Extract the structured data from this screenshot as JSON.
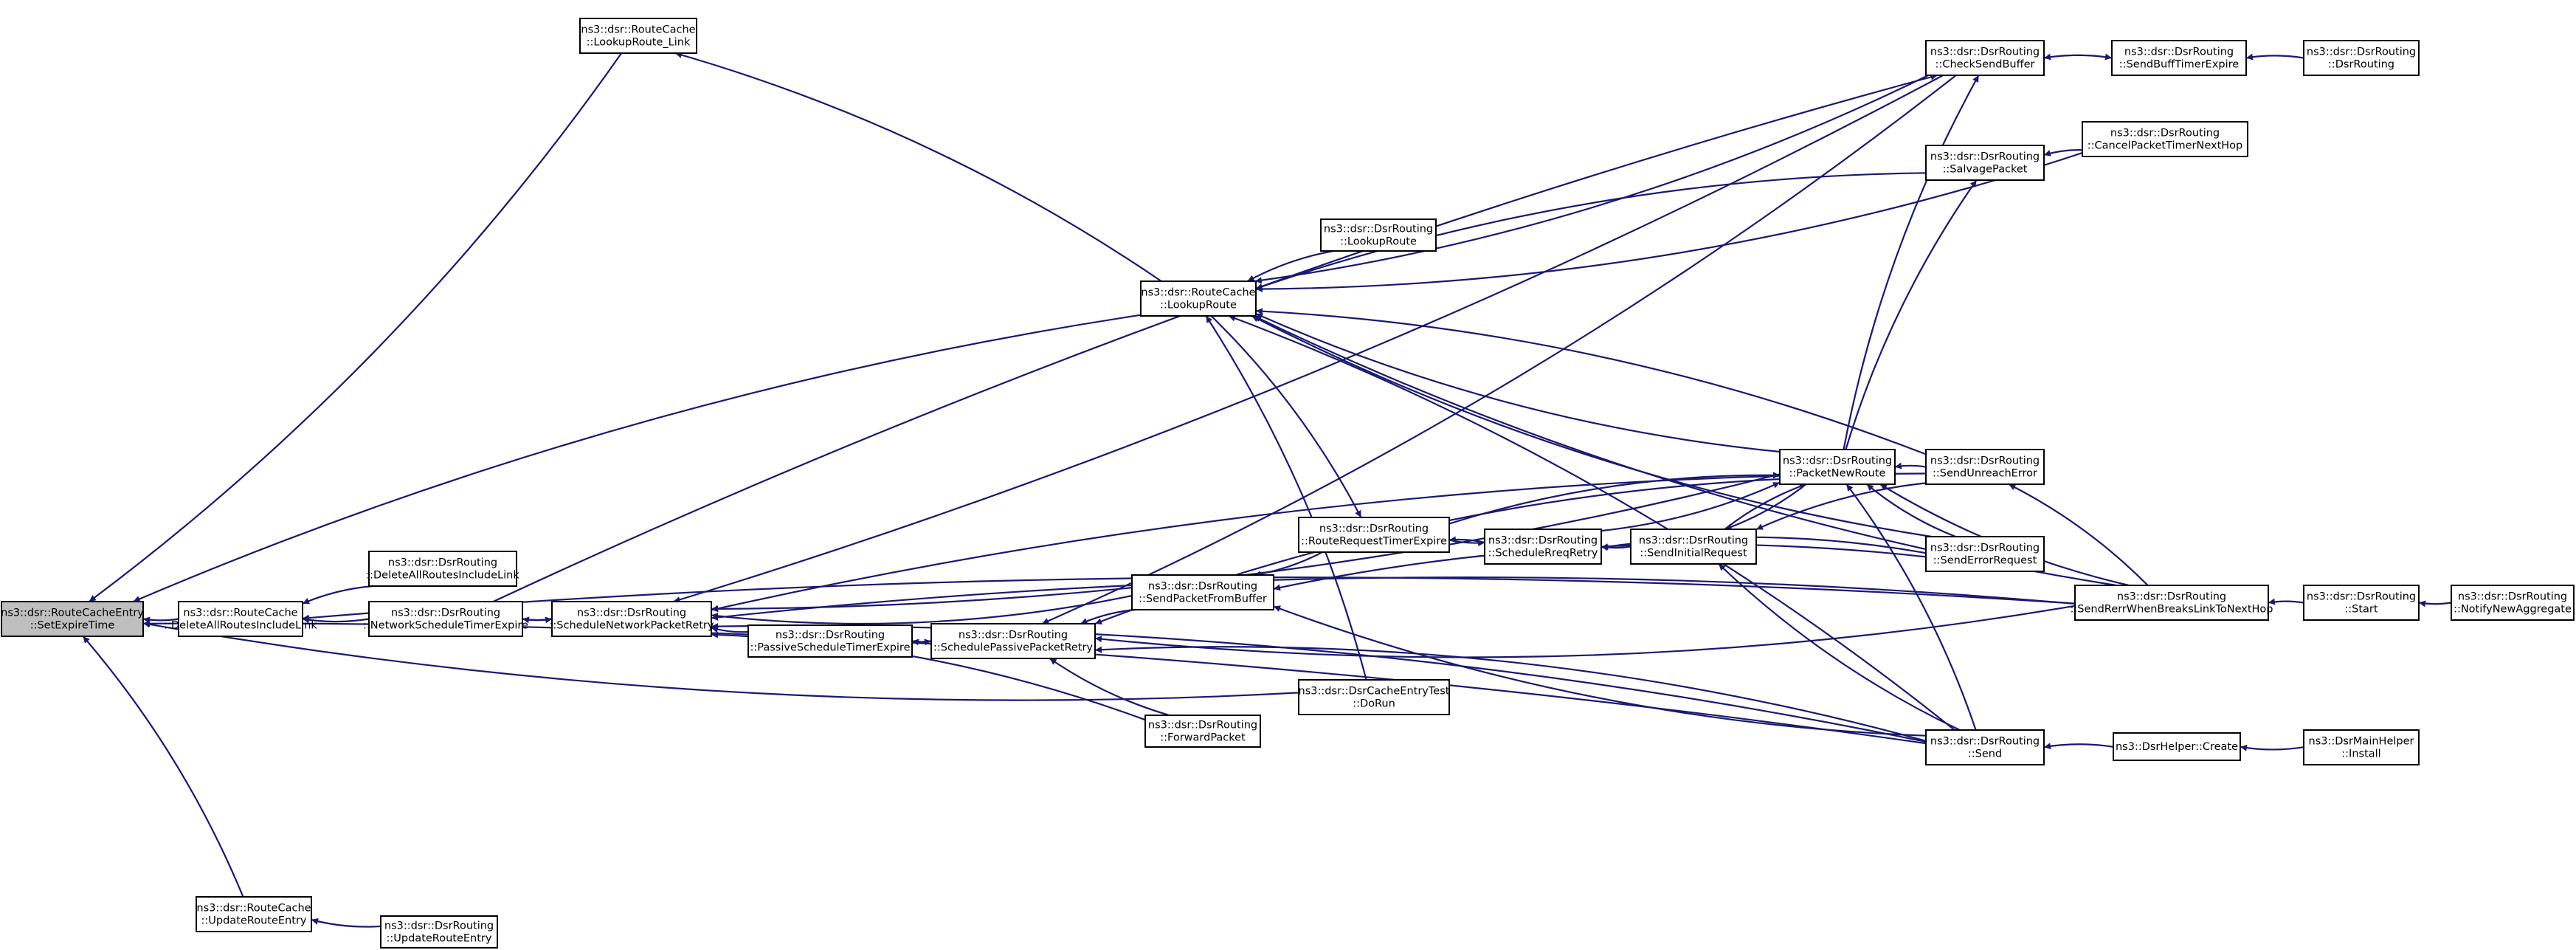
{
  "root_node": "n_root",
  "colors": {
    "edge": "#191970",
    "node_border": "#000000",
    "node_fill": "#ffffff",
    "root_fill": "#bfbfbf"
  },
  "nodes": [
    {
      "id": "n_root",
      "lines": [
        "ns3::dsr::RouteCacheEntry",
        "::SetExpireTime"
      ]
    },
    {
      "id": "n_dari",
      "lines": [
        "ns3::dsr::RouteCache",
        "::DeleteAllRoutesIncludeLink"
      ]
    },
    {
      "id": "n_ure",
      "lines": [
        "ns3::dsr::RouteCache",
        "::UpdateRouteEntry"
      ]
    },
    {
      "id": "n_ure2",
      "lines": [
        "ns3::dsr::DsrRouting",
        "::UpdateRouteEntry"
      ]
    },
    {
      "id": "n_dari2",
      "lines": [
        "ns3::dsr::DsrRouting",
        "::DeleteAllRoutesIncludeLink"
      ]
    },
    {
      "id": "n_nste",
      "lines": [
        "ns3::dsr::DsrRouting",
        "::NetworkScheduleTimerExpire"
      ]
    },
    {
      "id": "n_snpr",
      "lines": [
        "ns3::dsr::DsrRouting",
        "::ScheduleNetworkPacketRetry"
      ]
    },
    {
      "id": "n_pste",
      "lines": [
        "ns3::dsr::DsrRouting",
        "::PassiveScheduleTimerExpire"
      ]
    },
    {
      "id": "n_sppr",
      "lines": [
        "ns3::dsr::DsrRouting",
        "::SchedulePassivePacketRetry"
      ]
    },
    {
      "id": "n_fp",
      "lines": [
        "ns3::dsr::DsrRouting",
        "::ForwardPacket"
      ]
    },
    {
      "id": "n_spfb",
      "lines": [
        "ns3::dsr::DsrRouting",
        "::SendPacketFromBuffer"
      ]
    },
    {
      "id": "n_rrte",
      "lines": [
        "ns3::dsr::DsrRouting",
        "::RouteRequestTimerExpire"
      ]
    },
    {
      "id": "n_srr",
      "lines": [
        "ns3::dsr::DsrRouting",
        "::ScheduleRreqRetry"
      ]
    },
    {
      "id": "n_sir",
      "lines": [
        "ns3::dsr::DsrRouting",
        "::SendInitialRequest"
      ]
    },
    {
      "id": "n_dcet",
      "lines": [
        "ns3::dsr::DsrCacheEntryTest",
        "::DoRun"
      ]
    },
    {
      "id": "n_lrl",
      "lines": [
        "ns3::dsr::RouteCache",
        "::LookupRoute_Link"
      ]
    },
    {
      "id": "n_lr",
      "lines": [
        "ns3::dsr::RouteCache",
        "::LookupRoute"
      ]
    },
    {
      "id": "n_lr2",
      "lines": [
        "ns3::dsr::DsrRouting",
        "::LookupRoute"
      ]
    },
    {
      "id": "n_pnr",
      "lines": [
        "ns3::dsr::DsrRouting",
        "::PacketNewRoute"
      ]
    },
    {
      "id": "n_sue",
      "lines": [
        "ns3::dsr::DsrRouting",
        "::SendUnreachError"
      ]
    },
    {
      "id": "n_ser",
      "lines": [
        "ns3::dsr::DsrRouting",
        "::SendErrorRequest"
      ]
    },
    {
      "id": "n_send",
      "lines": [
        "ns3::dsr::DsrRouting",
        "::Send"
      ]
    },
    {
      "id": "n_csb",
      "lines": [
        "ns3::dsr::DsrRouting",
        "::CheckSendBuffer"
      ]
    },
    {
      "id": "n_sp",
      "lines": [
        "ns3::dsr::DsrRouting",
        "::SalvagePacket"
      ]
    },
    {
      "id": "n_sbte",
      "lines": [
        "ns3::dsr::DsrRouting",
        "::SendBuffTimerExpire"
      ]
    },
    {
      "id": "n_dsr",
      "lines": [
        "ns3::dsr::DsrRouting",
        "::DsrRouting"
      ]
    },
    {
      "id": "n_cptn",
      "lines": [
        "ns3::dsr::DsrRouting",
        "::CancelPacketTimerNextHop"
      ]
    },
    {
      "id": "n_srwb",
      "lines": [
        "ns3::dsr::DsrRouting",
        "::SendRerrWhenBreaksLinkToNextHop"
      ]
    },
    {
      "id": "n_start",
      "lines": [
        "ns3::dsr::DsrRouting",
        "::Start"
      ]
    },
    {
      "id": "n_na",
      "lines": [
        "ns3::dsr::DsrRouting",
        "::NotifyNewAggregate"
      ]
    },
    {
      "id": "n_hcreate",
      "lines": [
        "ns3::DsrHelper::Create"
      ]
    },
    {
      "id": "n_install",
      "lines": [
        "ns3::DsrMainHelper",
        "::Install"
      ]
    }
  ]
}
